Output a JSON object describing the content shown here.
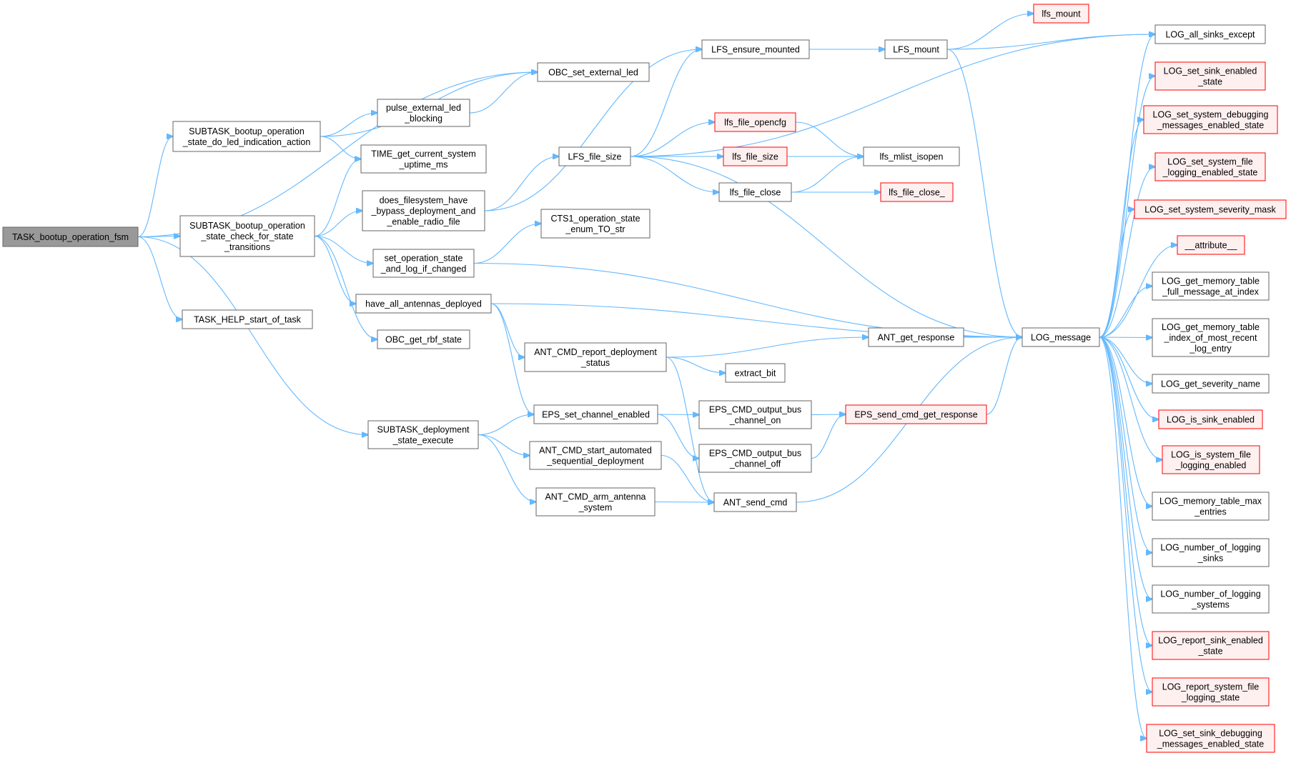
{
  "colors": {
    "edge": "#63b8ff",
    "node_fill": "#ffffff",
    "node_border": "#666666",
    "root_fill": "#999999",
    "root_border": "#666666",
    "trunc_fill": "#fff0f0",
    "trunc_border": "#ff0000"
  },
  "nodes": [
    {
      "id": "root",
      "lines": [
        "TASK_bootup_operation_fsm"
      ],
      "style": "root"
    },
    {
      "id": "sub_led",
      "lines": [
        "SUBTASK_bootup_operation",
        "_state_do_led_indication_action"
      ]
    },
    {
      "id": "sub_check",
      "lines": [
        "SUBTASK_bootup_operation",
        "_state_check_for_state",
        "_transitions"
      ]
    },
    {
      "id": "task_help",
      "lines": [
        "TASK_HELP_start_of_task"
      ]
    },
    {
      "id": "sub_deploy",
      "lines": [
        "SUBTASK_deployment",
        "_state_execute"
      ]
    },
    {
      "id": "obc_led",
      "lines": [
        "OBC_set_external_led"
      ]
    },
    {
      "id": "pulse_led",
      "lines": [
        "pulse_external_led",
        "_blocking"
      ]
    },
    {
      "id": "time_get",
      "lines": [
        "TIME_get_current_system",
        "_uptime_ms"
      ]
    },
    {
      "id": "does_fs",
      "lines": [
        "does_filesystem_have",
        "_bypass_deployment_and",
        "_enable_radio_file"
      ]
    },
    {
      "id": "set_op",
      "lines": [
        "set_operation_state",
        "_and_log_if_changed"
      ]
    },
    {
      "id": "have_all",
      "lines": [
        "have_all_antennas_deployed"
      ]
    },
    {
      "id": "obc_rbf",
      "lines": [
        "OBC_get_rbf_state"
      ]
    },
    {
      "id": "lfs_ensure",
      "lines": [
        "LFS_ensure_mounted"
      ]
    },
    {
      "id": "lfs_file_size",
      "lines": [
        "LFS_file_size"
      ]
    },
    {
      "id": "cts1",
      "lines": [
        "CTS1_operation_state",
        "_enum_TO_str"
      ]
    },
    {
      "id": "ant_report",
      "lines": [
        "ANT_CMD_report_deployment",
        "_status"
      ]
    },
    {
      "id": "eps_set",
      "lines": [
        "EPS_set_channel_enabled"
      ]
    },
    {
      "id": "ant_start",
      "lines": [
        "ANT_CMD_start_automated",
        "_sequential_deployment"
      ]
    },
    {
      "id": "ant_arm",
      "lines": [
        "ANT_CMD_arm_antenna",
        "_system"
      ]
    },
    {
      "id": "lfs_mount_cap",
      "lines": [
        "LFS_mount"
      ]
    },
    {
      "id": "lfs_opencfg",
      "lines": [
        "lfs_file_opencfg"
      ],
      "style": "trunc"
    },
    {
      "id": "lfs_size",
      "lines": [
        "lfs_file_size"
      ],
      "style": "trunc"
    },
    {
      "id": "lfs_close",
      "lines": [
        "lfs_file_close"
      ]
    },
    {
      "id": "extract_bit",
      "lines": [
        "extract_bit"
      ]
    },
    {
      "id": "eps_on",
      "lines": [
        "EPS_CMD_output_bus",
        "_channel_on"
      ]
    },
    {
      "id": "eps_off",
      "lines": [
        "EPS_CMD_output_bus",
        "_channel_off"
      ]
    },
    {
      "id": "ant_send",
      "lines": [
        "ANT_send_cmd"
      ]
    },
    {
      "id": "lfs_mount_low",
      "lines": [
        "lfs_mount"
      ],
      "style": "trunc"
    },
    {
      "id": "lfs_mlist",
      "lines": [
        "lfs_mlist_isopen"
      ]
    },
    {
      "id": "lfs_close_",
      "lines": [
        "lfs_file_close_"
      ],
      "style": "trunc"
    },
    {
      "id": "ant_get_resp",
      "lines": [
        "ANT_get_response"
      ]
    },
    {
      "id": "eps_send",
      "lines": [
        "EPS_send_cmd_get_response"
      ],
      "style": "trunc"
    },
    {
      "id": "log_message",
      "lines": [
        "LOG_message"
      ]
    },
    {
      "id": "log_all_sinks",
      "lines": [
        "LOG_all_sinks_except"
      ]
    },
    {
      "id": "log_set_sink",
      "lines": [
        "LOG_set_sink_enabled",
        "_state"
      ],
      "style": "trunc"
    },
    {
      "id": "log_set_sys_dbg",
      "lines": [
        "LOG_set_system_debugging",
        "_messages_enabled_state"
      ],
      "style": "trunc"
    },
    {
      "id": "log_set_sys_file",
      "lines": [
        "LOG_set_system_file",
        "_logging_enabled_state"
      ],
      "style": "trunc"
    },
    {
      "id": "log_set_sev",
      "lines": [
        "LOG_set_system_severity_mask"
      ],
      "style": "trunc"
    },
    {
      "id": "attribute",
      "lines": [
        "__attribute__"
      ],
      "style": "trunc"
    },
    {
      "id": "log_get_mem_full",
      "lines": [
        "LOG_get_memory_table",
        "_full_message_at_index"
      ]
    },
    {
      "id": "log_get_mem_idx",
      "lines": [
        "LOG_get_memory_table",
        "_index_of_most_recent",
        "_log_entry"
      ]
    },
    {
      "id": "log_get_sev_name",
      "lines": [
        "LOG_get_severity_name"
      ]
    },
    {
      "id": "log_is_sink",
      "lines": [
        "LOG_is_sink_enabled"
      ],
      "style": "trunc"
    },
    {
      "id": "log_is_sys_file",
      "lines": [
        "LOG_is_system_file",
        "_logging_enabled"
      ],
      "style": "trunc"
    },
    {
      "id": "log_mem_max",
      "lines": [
        "LOG_memory_table_max",
        "_entries"
      ]
    },
    {
      "id": "log_num_sinks",
      "lines": [
        "LOG_number_of_logging",
        "_sinks"
      ]
    },
    {
      "id": "log_num_sys",
      "lines": [
        "LOG_number_of_logging",
        "_systems"
      ]
    },
    {
      "id": "log_rep_sink",
      "lines": [
        "LOG_report_sink_enabled",
        "_state"
      ],
      "style": "trunc"
    },
    {
      "id": "log_rep_sys_file",
      "lines": [
        "LOG_report_system_file",
        "_logging_state"
      ],
      "style": "trunc"
    },
    {
      "id": "log_set_sink_dbg",
      "lines": [
        "LOG_set_sink_debugging",
        "_messages_enabled_state"
      ],
      "style": "trunc"
    }
  ],
  "edges": [
    [
      "root",
      "obc_led"
    ],
    [
      "root",
      "sub_led"
    ],
    [
      "root",
      "sub_check"
    ],
    [
      "root",
      "task_help"
    ],
    [
      "root",
      "sub_deploy"
    ],
    [
      "sub_led",
      "obc_led"
    ],
    [
      "sub_led",
      "pulse_led"
    ],
    [
      "sub_led",
      "time_get"
    ],
    [
      "pulse_led",
      "obc_led"
    ],
    [
      "sub_check",
      "time_get"
    ],
    [
      "sub_check",
      "does_fs"
    ],
    [
      "sub_check",
      "set_op"
    ],
    [
      "sub_check",
      "have_all"
    ],
    [
      "sub_check",
      "obc_rbf"
    ],
    [
      "does_fs",
      "lfs_ensure"
    ],
    [
      "does_fs",
      "lfs_file_size"
    ],
    [
      "set_op",
      "cts1"
    ],
    [
      "set_op",
      "log_message"
    ],
    [
      "have_all",
      "log_message"
    ],
    [
      "have_all",
      "ant_report"
    ],
    [
      "have_all",
      "eps_set"
    ],
    [
      "sub_deploy",
      "eps_set"
    ],
    [
      "sub_deploy",
      "ant_start"
    ],
    [
      "sub_deploy",
      "ant_arm"
    ],
    [
      "lfs_ensure",
      "lfs_mount_cap"
    ],
    [
      "lfs_mount_cap",
      "lfs_mount_low"
    ],
    [
      "lfs_mount_cap",
      "log_all_sinks"
    ],
    [
      "lfs_mount_cap",
      "log_message"
    ],
    [
      "lfs_file_size",
      "lfs_ensure"
    ],
    [
      "lfs_file_size",
      "log_all_sinks"
    ],
    [
      "lfs_file_size",
      "lfs_opencfg"
    ],
    [
      "lfs_file_size",
      "lfs_size"
    ],
    [
      "lfs_file_size",
      "lfs_close"
    ],
    [
      "lfs_file_size",
      "log_message"
    ],
    [
      "lfs_opencfg",
      "lfs_mlist"
    ],
    [
      "lfs_size",
      "lfs_mlist"
    ],
    [
      "lfs_close",
      "lfs_mlist"
    ],
    [
      "lfs_close",
      "lfs_close_"
    ],
    [
      "ant_report",
      "ant_get_resp"
    ],
    [
      "ant_report",
      "extract_bit"
    ],
    [
      "ant_report",
      "ant_send"
    ],
    [
      "ant_get_resp",
      "log_message"
    ],
    [
      "eps_set",
      "eps_on"
    ],
    [
      "eps_set",
      "eps_off"
    ],
    [
      "eps_on",
      "eps_send"
    ],
    [
      "eps_off",
      "eps_send"
    ],
    [
      "eps_send",
      "log_message"
    ],
    [
      "ant_start",
      "ant_send"
    ],
    [
      "ant_arm",
      "ant_send"
    ],
    [
      "ant_send",
      "log_message"
    ],
    [
      "log_message",
      "log_all_sinks"
    ],
    [
      "log_message",
      "log_set_sink"
    ],
    [
      "log_message",
      "log_set_sys_dbg"
    ],
    [
      "log_message",
      "log_set_sys_file"
    ],
    [
      "log_message",
      "log_set_sev"
    ],
    [
      "log_message",
      "attribute"
    ],
    [
      "log_message",
      "log_get_mem_full"
    ],
    [
      "log_message",
      "log_get_mem_idx"
    ],
    [
      "log_message",
      "log_get_sev_name"
    ],
    [
      "log_message",
      "log_is_sink"
    ],
    [
      "log_message",
      "log_is_sys_file"
    ],
    [
      "log_message",
      "log_mem_max"
    ],
    [
      "log_message",
      "log_num_sinks"
    ],
    [
      "log_message",
      "log_num_sys"
    ],
    [
      "log_message",
      "log_rep_sink"
    ],
    [
      "log_message",
      "log_rep_sys_file"
    ],
    [
      "log_message",
      "log_set_sink_dbg"
    ]
  ]
}
